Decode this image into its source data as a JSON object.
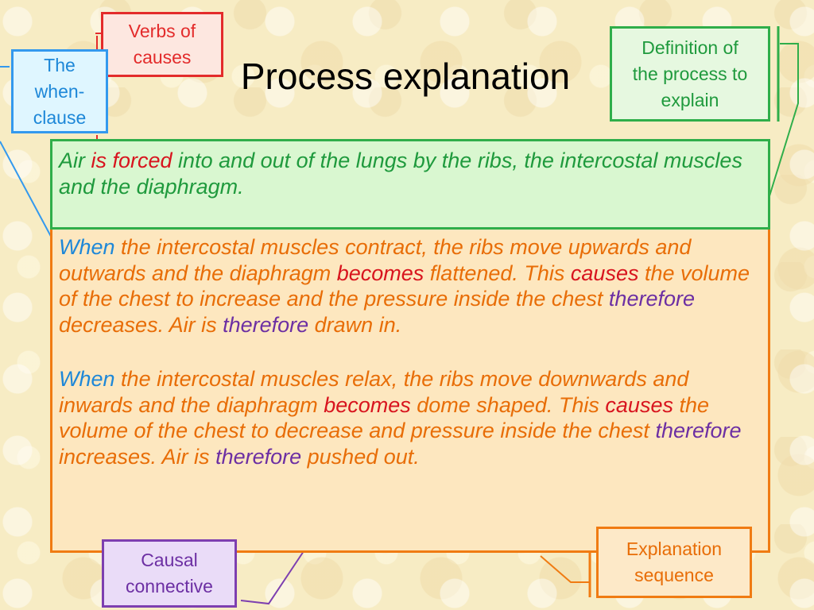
{
  "title": "Process explanation",
  "callouts": {
    "verbs": "Verbs of causes",
    "when_line1": "The",
    "when_line2": "when-",
    "when_line3": "clause",
    "definition_line1": "Definition of",
    "definition_line2": "the process to",
    "definition_line3": "explain",
    "causal_line1": "Causal",
    "causal_line2": "connective",
    "explanation_line1": "Explanation",
    "explanation_line2": "sequence"
  },
  "definition": {
    "w1": "Air ",
    "w2": "is forced",
    "w3": " into and out of the lungs by the ribs, the intercostal muscles and the diaphragm."
  },
  "para1": {
    "when": "When",
    "a": " the intercostal muscles contract, the ribs move upwards and outwards and the diaphragm ",
    "becomes": "becomes",
    "b": " flattened.  This ",
    "causes": "causes",
    "c": " the volume of the chest to increase and the pressure inside the chest ",
    "therefore1": "therefore",
    "d": " decreases.  Air is ",
    "therefore2": "therefore",
    "e": " drawn in."
  },
  "para2": {
    "when": "When",
    "a": " the intercostal muscles relax, the ribs move downwards and inwards and the diaphragm ",
    "becomes": "becomes",
    "b": " dome shaped.  This ",
    "causes": "causes",
    "c": " the volume of the chest to decrease and pressure inside the chest ",
    "therefore1": "therefore",
    "d": " increases.  Air is ",
    "therefore2": "therefore",
    "e": " pushed out."
  },
  "colors": {
    "red": "#d8141e",
    "blue": "#1d87d8",
    "green": "#1f9a3d",
    "orange": "#e86d07",
    "purple": "#6c2fa3"
  }
}
